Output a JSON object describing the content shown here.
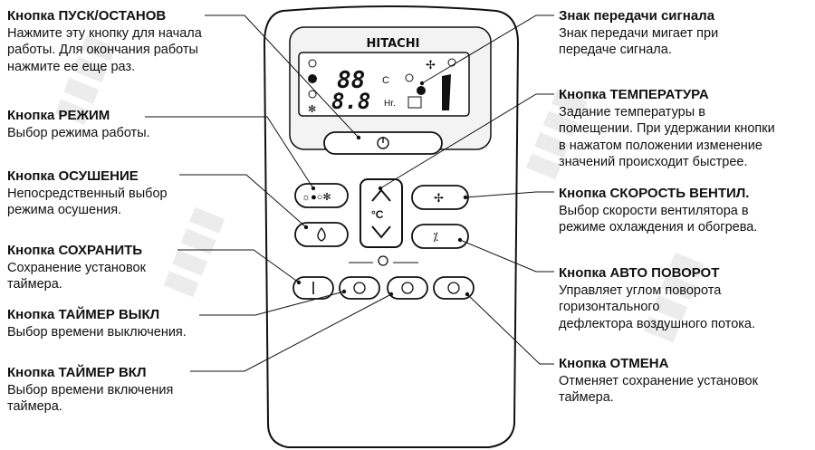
{
  "brand": "HITACHI",
  "display": {
    "digits_top": "88",
    "digits_bottom": "8.8",
    "unit_c": "C",
    "unit_hr": "Hr.",
    "clock_box": "□"
  },
  "buttons": {
    "start_stop_symbol": "⏻",
    "mode_symbols": "☼❄⚙✻",
    "dehumid_symbol": "💧",
    "temp_unit": "°C",
    "fan_symbol": "✢",
    "swing_symbol": "⁒",
    "save_symbol": "|",
    "timer_off_symbol": "◷",
    "timer_on_symbol": "◶",
    "cancel_symbol": "○",
    "timer_clock_symbol": "◴"
  },
  "left": [
    {
      "title": "Кнопка ПУСК/ОСТАНОВ",
      "desc": "Нажмите эту кнопку для начала\nработы. Для окончания работы\nнажмите ее еще раз."
    },
    {
      "title": "Кнопка РЕЖИМ",
      "desc": "Выбор режима работы."
    },
    {
      "title": "Кнопка ОСУШЕНИЕ",
      "desc": "Непосредственный выбор\nрежима осушения."
    },
    {
      "title": "Кнопка СОХРАНИТЬ",
      "desc": "Сохранение установок\nтаймера."
    },
    {
      "title": "Кнопка ТАЙМЕР ВЫКЛ",
      "desc": "Выбор времени выключения."
    },
    {
      "title": "Кнопка ТАЙМЕР ВКЛ",
      "desc": "Выбор времени включения\nтаймера."
    }
  ],
  "right": [
    {
      "title": "Знак передачи сигнала",
      "desc": "Знак передачи мигает при\nпередаче сигнала."
    },
    {
      "title": "Кнопка ТЕМПЕРАТУРА",
      "desc": "Задание температуры в\nпомещении. При удержании кнопки\nв нажатом положении изменение\nзначений происходит быстрее."
    },
    {
      "title": "Кнопка СКОРОСТЬ ВЕНТИЛ.",
      "desc": "Выбор скорости вентилятора в\nрежиме охлаждения и обогрева."
    },
    {
      "title": "Кнопка АВТО ПОВОРОТ",
      "desc": "Управляет углом поворота\nгоризонтального\nдефлектора воздушного потока."
    },
    {
      "title": "Кнопка ОТМЕНА",
      "desc": "Отменяет сохранение установок\nтаймера."
    }
  ]
}
